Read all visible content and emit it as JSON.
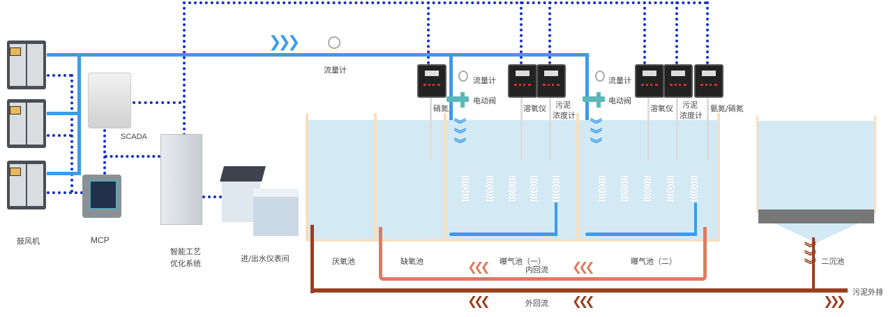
{
  "labels": {
    "blower": "鼓风机",
    "mcp": "MCP",
    "scada": "SCADA",
    "optimizer_line1": "智能工艺",
    "optimizer_line2": "优化系统",
    "instrument_room": "进/出水仪表间",
    "flowmeter_main": "流量计",
    "flowmeter_1": "流量计",
    "valve_1": "电动阀",
    "flowmeter_2": "流量计",
    "valve_2": "电动阀",
    "nitrate_1": "硝氮",
    "do_1": "溶氧仪",
    "mlss_1_line1": "污泥",
    "mlss_1_line2": "浓度计",
    "do_2": "溶氧仪",
    "mlss_2_line1": "污泥",
    "mlss_2_line2": "浓度计",
    "ammonia_nitrate": "氨氮/硝氮",
    "anaerobic": "厌氧池",
    "anoxic": "缺氧池",
    "aeration_1": "曝气池（一）",
    "aeration_2": "曝气池（二）",
    "clarifier": "二沉池",
    "internal_recycle": "内回流",
    "external_recycle": "外回流",
    "sludge_discharge": "污泥外排"
  },
  "colors": {
    "air_pipe": "#3d9be9",
    "signal": "#1330c8",
    "internal_recycle": "#e07a5f",
    "external_recycle": "#9a3f1e",
    "water": "#d3eaf5"
  }
}
